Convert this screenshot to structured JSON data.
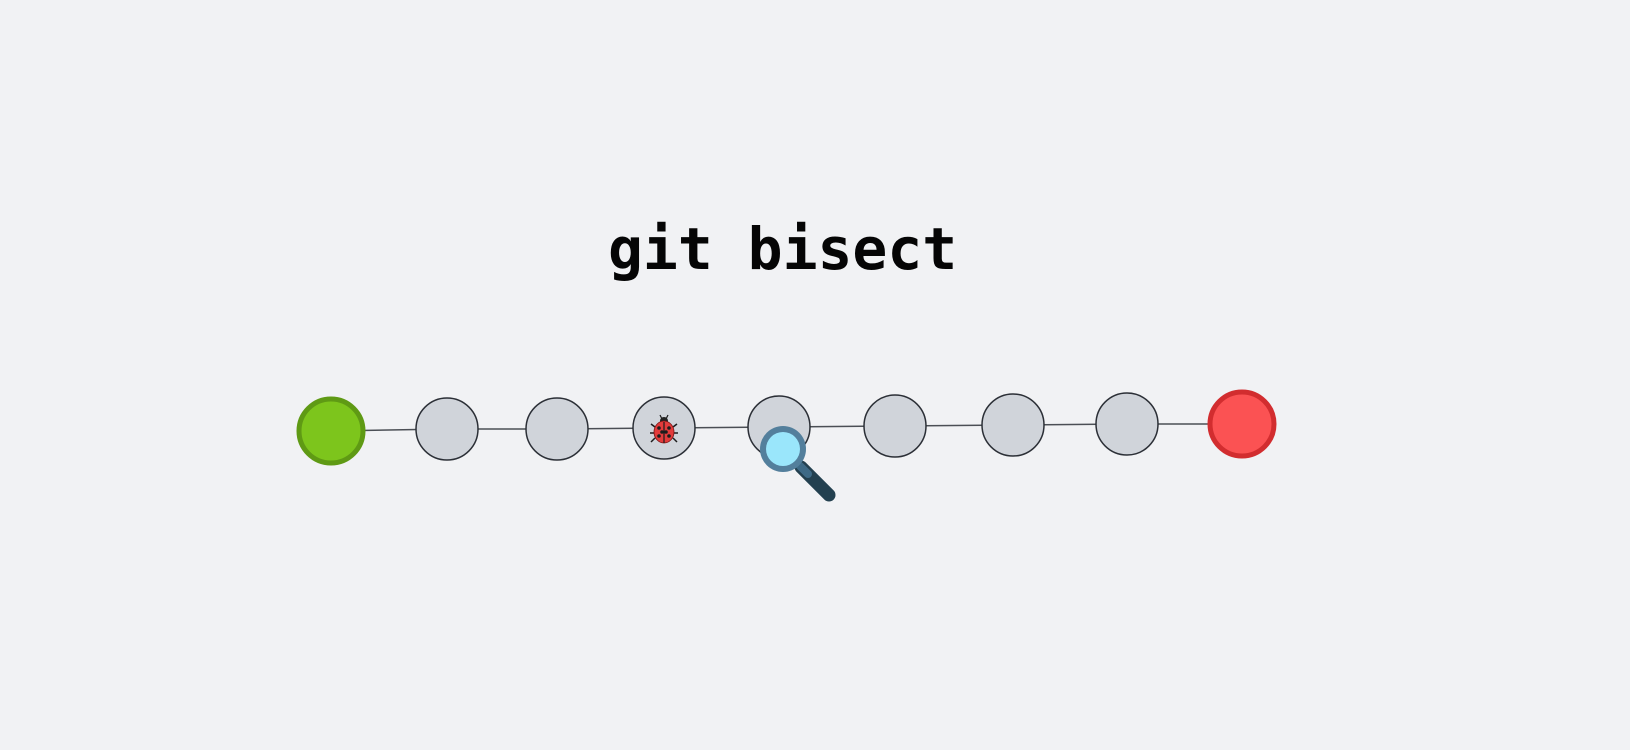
{
  "title": "git bisect",
  "commits": [
    {
      "state": "good"
    },
    {
      "state": "unknown"
    },
    {
      "state": "unknown"
    },
    {
      "state": "bug"
    },
    {
      "state": "current"
    },
    {
      "state": "unknown"
    },
    {
      "state": "unknown"
    },
    {
      "state": "unknown"
    },
    {
      "state": "bad"
    }
  ],
  "colors": {
    "background": "#f1f2f4",
    "good_fill": "#7dc51c",
    "good_stroke": "#5f9a14",
    "bad_fill": "#fb5253",
    "bad_stroke": "#d22d2f",
    "commit_fill": "#d0d4da",
    "commit_stroke": "#2b2f36",
    "line": "#4b4f55",
    "magnifier_lens": "#9ae6fb",
    "magnifier_ring": "#537f9c",
    "magnifier_handle": "#23404f",
    "ladybug": "#e33b3b"
  },
  "icons": {
    "bug": "ladybug-icon",
    "current": "magnifier-icon"
  }
}
